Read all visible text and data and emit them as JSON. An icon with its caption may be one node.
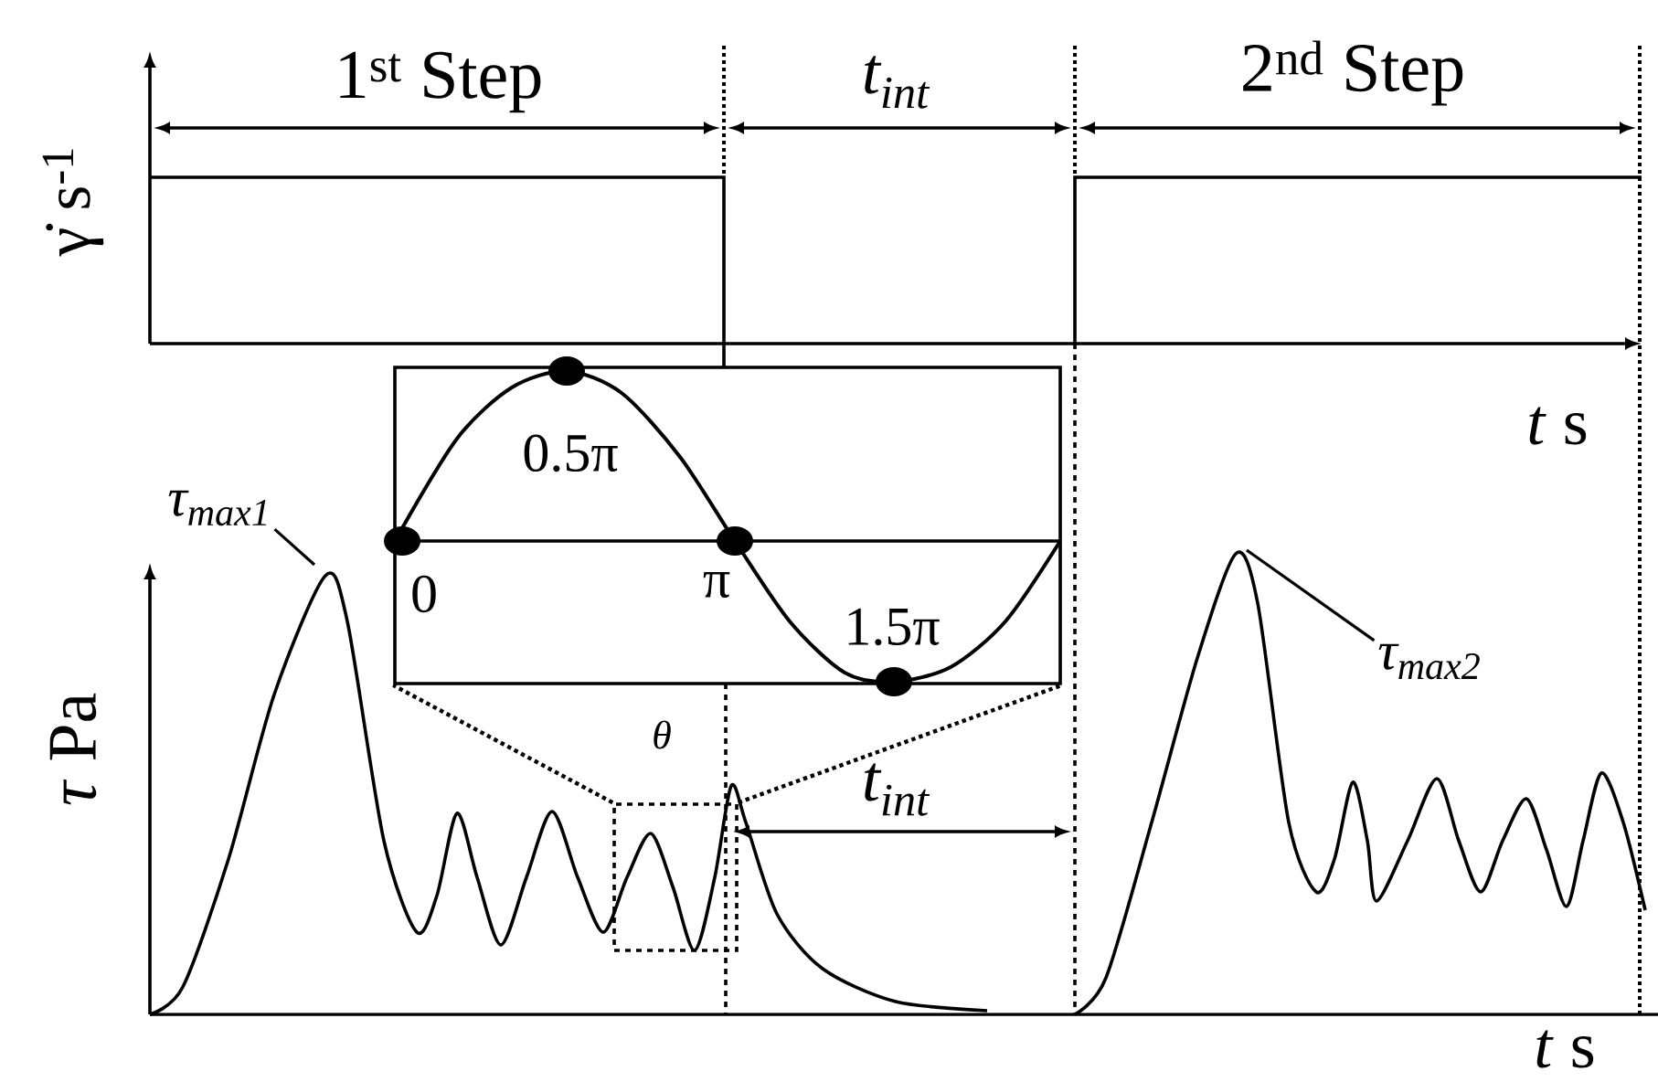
{
  "diagram": {
    "nodes": [
      {
        "text": [
          "0.5π",
          "0",
          "π",
          "1.5π"
        ]
      },
      {
        "text": [
          "τ$_{max1}$"
        ]
      },
      {
        "text": [],
        "shape": "box"
      },
      {
        "text": [
          "τ$_{max2}$"
        ]
      }
    ],
    "edges": [
      {
        "from": 2,
        "to": 0,
        "arrow": "none",
        "style": "dashed"
      },
      {
        "from": 2,
        "to": 0,
        "arrow": "none",
        "style": "dashed"
      },
      {
        "from": 1,
        "to": null,
        "arrow": "none"
      },
      {
        "from": 3,
        "to": null,
        "arrow": "none"
      }
    ],
    "labels": [
      "γ̇ s$^{-1}$",
      "1$^{st}$ Step",
      "t$_{int}$",
      "2$^{nd}$ Step",
      "*t* s",
      "*τ* Pa",
      "θ",
      "t$_{int}$",
      "*t* s"
    ]
  }
}
